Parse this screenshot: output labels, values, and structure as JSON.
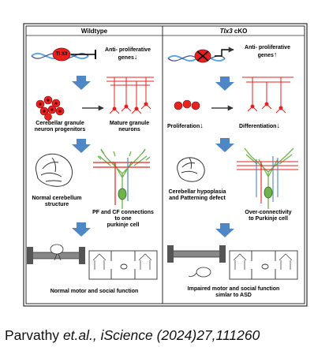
{
  "panels": {
    "left_title": "Wildtype",
    "right_title_italic": "Tlx3",
    "right_title_rest": " cKO"
  },
  "left": {
    "tlx3_badge": "TLX3",
    "anti_prolif_line1": "Anti- proliferative",
    "anti_prolif_line2": "genes",
    "anti_prolif_arrow": "↓",
    "granule_prog_line1": "Cerebellar granule",
    "granule_prog_line2": "neuron progenitors",
    "mature_line1": "Mature granule",
    "mature_line2": "neurons",
    "normal_cb_line1": "Normal cerebellum",
    "normal_cb_line2": "structure",
    "pf_cf_line1": "PF and CF connections",
    "pf_cf_line2": "to one",
    "pf_cf_line3": "purkinje cell",
    "outcome": "Normal motor and social function"
  },
  "right": {
    "anti_prolif_line1": "Anti- proliferative",
    "anti_prolif_line2": "genes",
    "anti_prolif_arrow": "↑",
    "proliferation": "Proliferation",
    "proliferation_arrow": "↓",
    "differentiation": "Differentiation",
    "differentiation_arrow": "↓",
    "hypoplasia_line1": "Cerebellar hypoplasia",
    "hypoplasia_line2": "and Patterning defect",
    "overconn_line1": "Over-connectivity",
    "overconn_line2": "to Purkinje cell",
    "outcome_line1": "Impaired motor and social function",
    "outcome_line2": "simlar to ASD"
  },
  "citation": {
    "author": "Parvathy ",
    "etal": "et.al.,",
    "journal": " iScience (2024)27,111260"
  },
  "colors": {
    "frame": "#2b2b2b",
    "blue_arrow": "#4f86c6",
    "red": "#e8201e",
    "green": "#6fb34b",
    "dna_blue": "#5aa9e6"
  }
}
